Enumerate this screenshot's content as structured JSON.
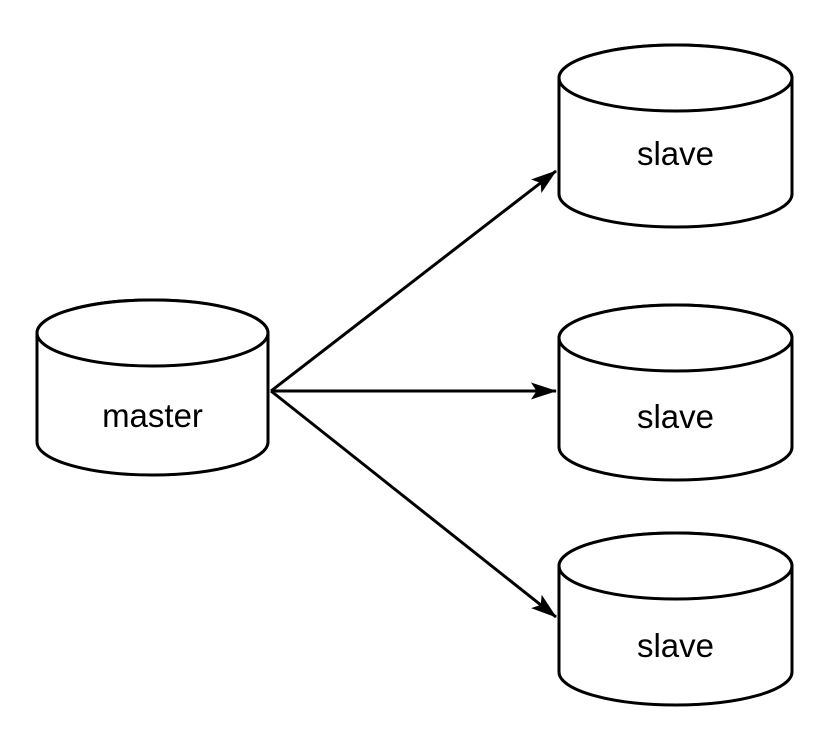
{
  "diagram": {
    "colors": {
      "background": "#ffffff",
      "stroke": "#000000",
      "node_fill": "#ffffff"
    },
    "nodes": [
      {
        "id": "master",
        "label": "master",
        "shape": "database-cylinder"
      },
      {
        "id": "slave-top",
        "label": "slave",
        "shape": "database-cylinder"
      },
      {
        "id": "slave-middle",
        "label": "slave",
        "shape": "database-cylinder"
      },
      {
        "id": "slave-bottom",
        "label": "slave",
        "shape": "database-cylinder"
      }
    ],
    "edges": [
      {
        "from": "master",
        "to": "slave-top",
        "style": "arrow"
      },
      {
        "from": "master",
        "to": "slave-middle",
        "style": "arrow"
      },
      {
        "from": "master",
        "to": "slave-bottom",
        "style": "arrow"
      }
    ]
  }
}
